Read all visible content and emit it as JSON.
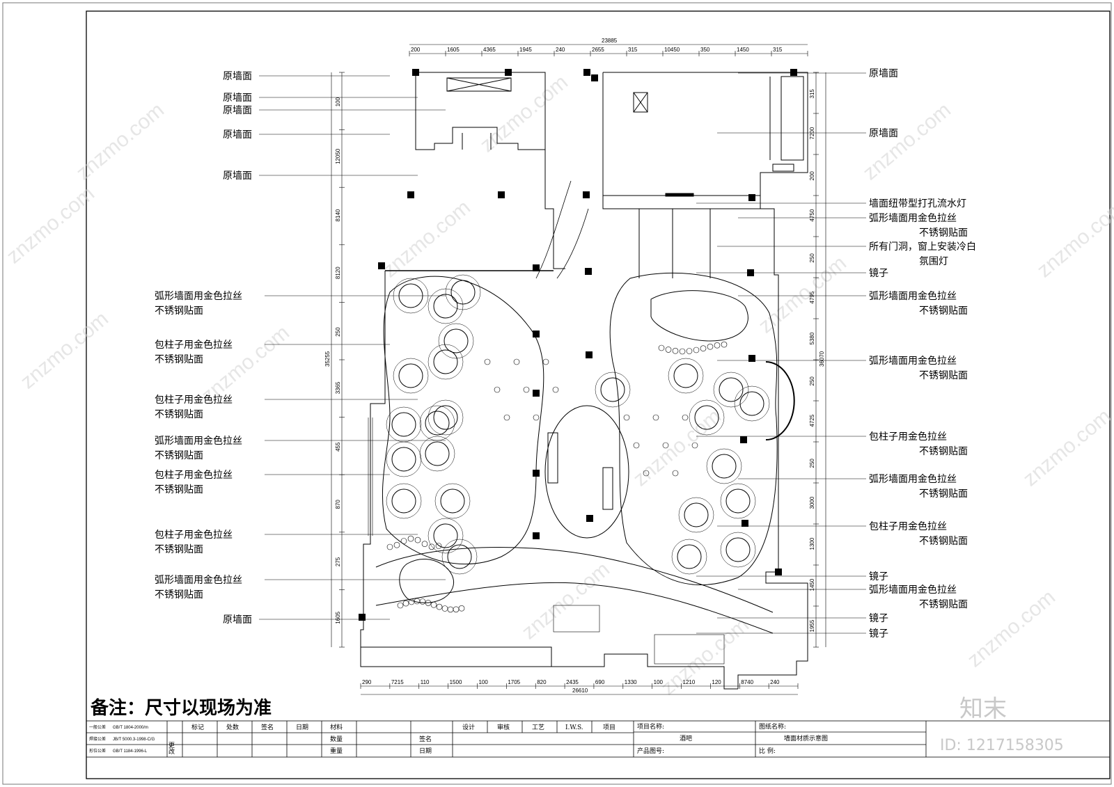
{
  "top_dimensions": {
    "total": "23885",
    "segments": [
      "200",
      "1605",
      "4365",
      "1945",
      "240",
      "2655",
      "315",
      "10450",
      "350",
      "1450",
      "315"
    ]
  },
  "bottom_dimensions": {
    "total": "26610",
    "segments": [
      "290",
      "7215",
      "110",
      "1500",
      "100",
      "1705",
      "820",
      "2435",
      "690",
      "1330",
      "100",
      "1210",
      "120",
      "8740",
      "240"
    ]
  },
  "left_dimensions": {
    "total": "35255",
    "segments": [
      "100",
      "12050",
      "8140",
      "8120",
      "250",
      "3365",
      "455",
      "870",
      "275",
      "1605"
    ]
  },
  "right_dimensions": {
    "total": "36070",
    "segments": [
      "315",
      "7200",
      "200",
      "4750",
      "250",
      "4795",
      "5380",
      "250",
      "4725",
      "250",
      "3000",
      "1300",
      "1450",
      "1955"
    ]
  },
  "left_labels": [
    [
      "原墙面"
    ],
    [
      "原墙面"
    ],
    [
      "原墙面"
    ],
    [
      "原墙面"
    ],
    [
      "原墙面"
    ],
    [
      "弧形墙面用金色拉丝",
      "不锈钢贴面"
    ],
    [
      "包柱子用金色拉丝",
      "不锈钢贴面"
    ],
    [
      "包柱子用金色拉丝",
      "不锈钢贴面"
    ],
    [
      "弧形墙面用金色拉丝",
      "不锈钢贴面"
    ],
    [
      "包柱子用金色拉丝",
      "不锈钢贴面"
    ],
    [
      "包柱子用金色拉丝",
      "不锈钢贴面"
    ],
    [
      "弧形墙面用金色拉丝",
      "不锈钢贴面"
    ],
    [
      "原墙面"
    ]
  ],
  "right_labels": [
    [
      "原墙面"
    ],
    [
      "原墙面"
    ],
    [
      "墙面纽带型打孔流水灯"
    ],
    [
      "弧形墙面用金色拉丝",
      "不锈钢贴面"
    ],
    [
      "所有门洞，窗上安装冷白",
      "氛围灯"
    ],
    [
      "镜子"
    ],
    [
      "弧形墙面用金色拉丝",
      "不锈钢贴面"
    ],
    [
      "弧形墙面用金色拉丝",
      "不锈钢贴面"
    ],
    [
      "包柱子用金色拉丝",
      "不锈钢贴面"
    ],
    [
      "弧形墙面用金色拉丝",
      "不锈钢贴面"
    ],
    [
      "包柱子用金色拉丝",
      "不锈钢贴面"
    ],
    [
      "镜子"
    ],
    [
      "弧形墙面用金色拉丝",
      "不锈钢贴面"
    ],
    [
      "镜子"
    ],
    [
      "镜子"
    ]
  ],
  "note": "备注：尺寸以现场为准",
  "title_block": {
    "tolerances": [
      {
        "name": "一般公差",
        "std": "GB/T 1804-2000/m"
      },
      {
        "name": "焊接公差",
        "std": "JB/T 5000.3-1998-C/G"
      },
      {
        "name": "形位公差",
        "std": "GB/T 1184-1996-L"
      }
    ],
    "change_label": "更改",
    "headers": [
      "标记",
      "处数",
      "签名",
      "日期",
      "材料"
    ],
    "qty_label": "数量",
    "weight_label": "重量",
    "sign_label": "签名",
    "date_label": "日期",
    "design_row": [
      "设计",
      "审核",
      "工艺",
      "I.W.S.",
      "项目"
    ],
    "project_name_label": "项目名称:",
    "project_name": "酒吧",
    "product_no_label": "产品图号:",
    "drawing_name_label": "图纸名称:",
    "drawing_name": "墙面材质示意图",
    "scale_label": "比  例:"
  },
  "watermark": "znzmo.com",
  "brand": "知末",
  "id_text": "ID: 1217158305"
}
